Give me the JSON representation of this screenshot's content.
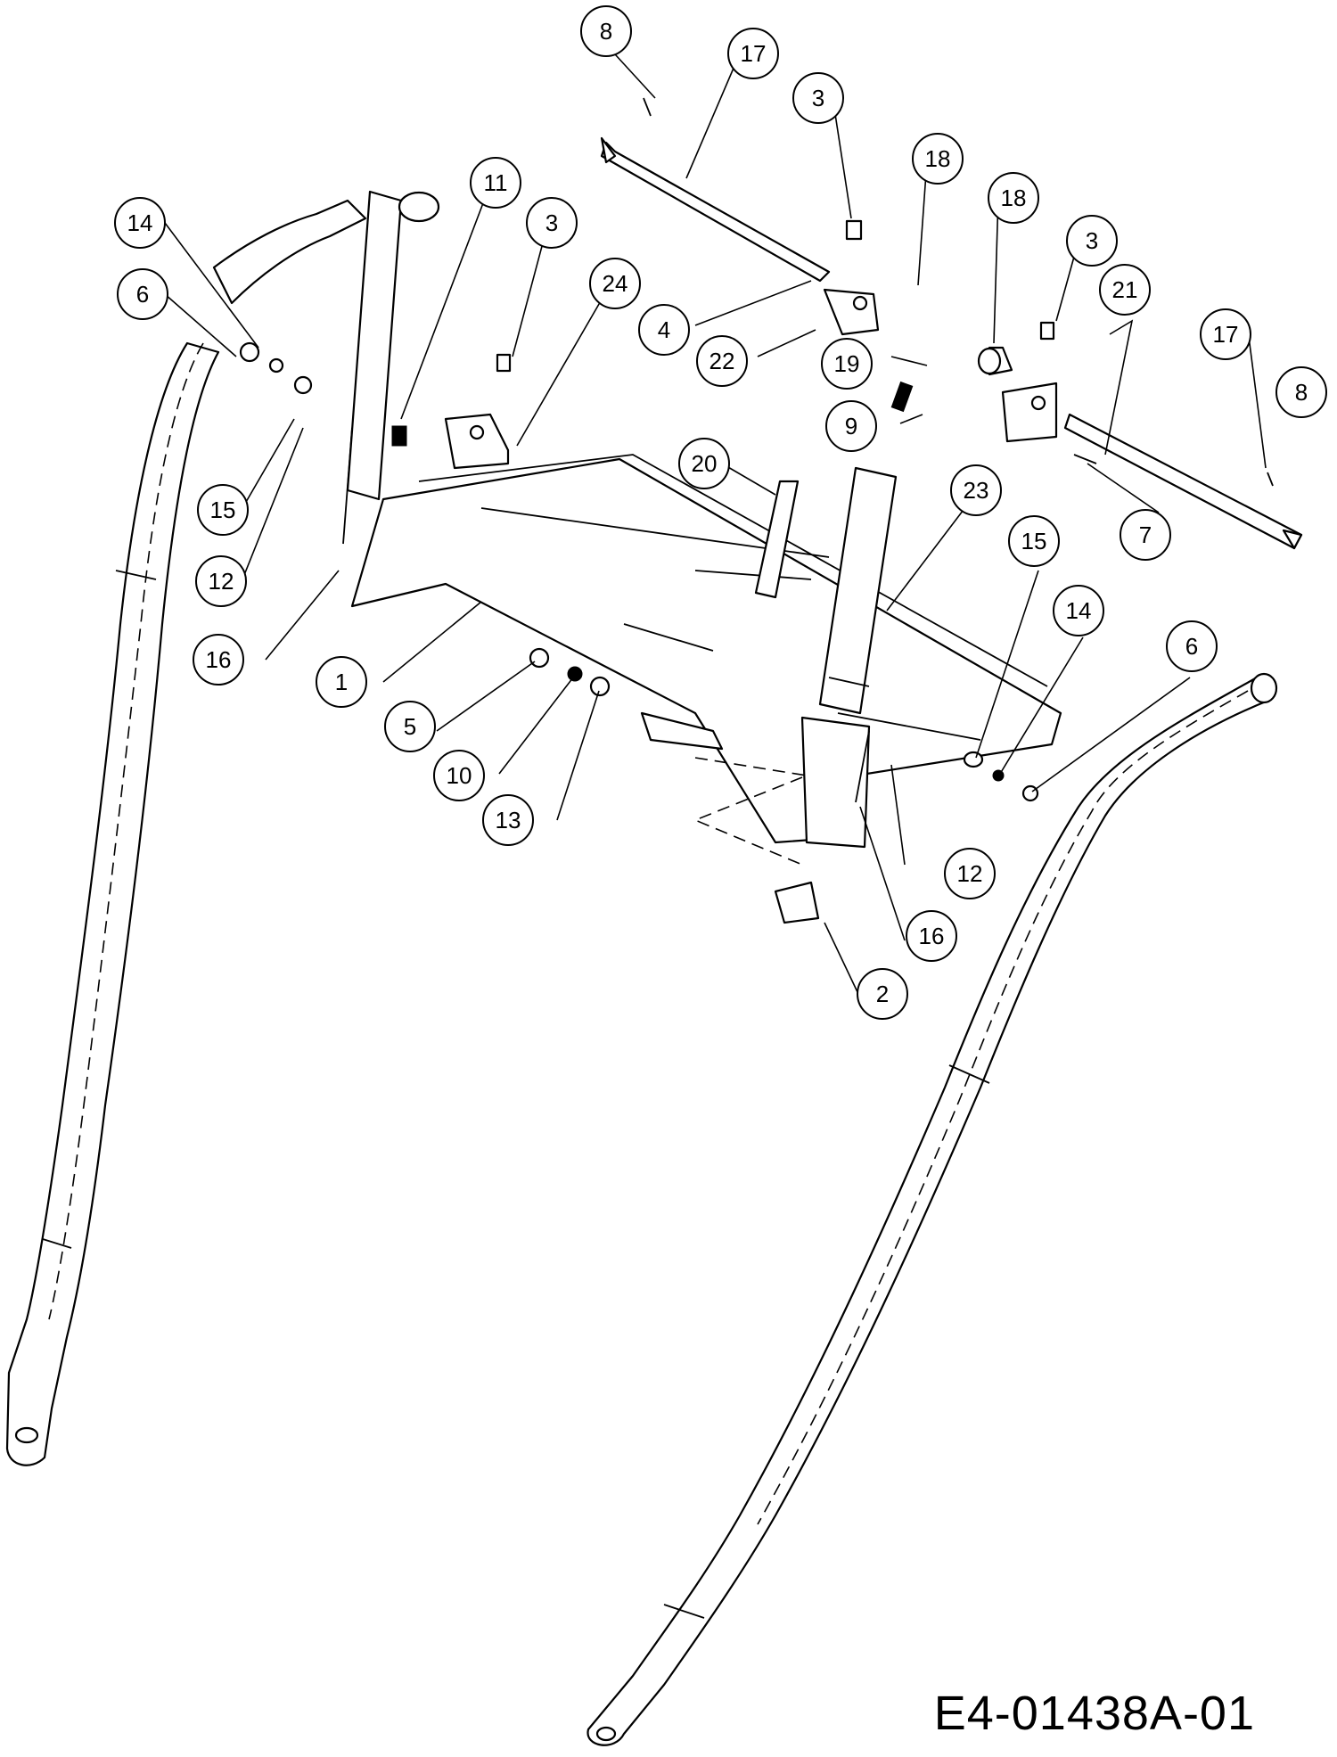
{
  "diagram": {
    "id_code": "E4-01438A-01",
    "callouts": [
      {
        "key": "8a",
        "label": "8"
      },
      {
        "key": "17a",
        "label": "17"
      },
      {
        "key": "3a",
        "label": "3"
      },
      {
        "key": "18a",
        "label": "18"
      },
      {
        "key": "18b",
        "label": "18"
      },
      {
        "key": "11",
        "label": "11"
      },
      {
        "key": "14a",
        "label": "14"
      },
      {
        "key": "3b",
        "label": "3"
      },
      {
        "key": "24",
        "label": "24"
      },
      {
        "key": "6a",
        "label": "6"
      },
      {
        "key": "4",
        "label": "4"
      },
      {
        "key": "22",
        "label": "22"
      },
      {
        "key": "3c",
        "label": "3"
      },
      {
        "key": "21",
        "label": "21"
      },
      {
        "key": "17b",
        "label": "17"
      },
      {
        "key": "19",
        "label": "19"
      },
      {
        "key": "8b",
        "label": "8"
      },
      {
        "key": "9",
        "label": "9"
      },
      {
        "key": "20",
        "label": "20"
      },
      {
        "key": "15a",
        "label": "15"
      },
      {
        "key": "7",
        "label": "7"
      },
      {
        "key": "12a",
        "label": "12"
      },
      {
        "key": "23",
        "label": "23"
      },
      {
        "key": "15b",
        "label": "15"
      },
      {
        "key": "14b",
        "label": "14"
      },
      {
        "key": "16a",
        "label": "16"
      },
      {
        "key": "6b",
        "label": "6"
      },
      {
        "key": "1",
        "label": "1"
      },
      {
        "key": "5",
        "label": "5"
      },
      {
        "key": "10",
        "label": "10"
      },
      {
        "key": "13",
        "label": "13"
      },
      {
        "key": "12b",
        "label": "12"
      },
      {
        "key": "16b",
        "label": "16"
      },
      {
        "key": "2",
        "label": "2"
      }
    ]
  }
}
